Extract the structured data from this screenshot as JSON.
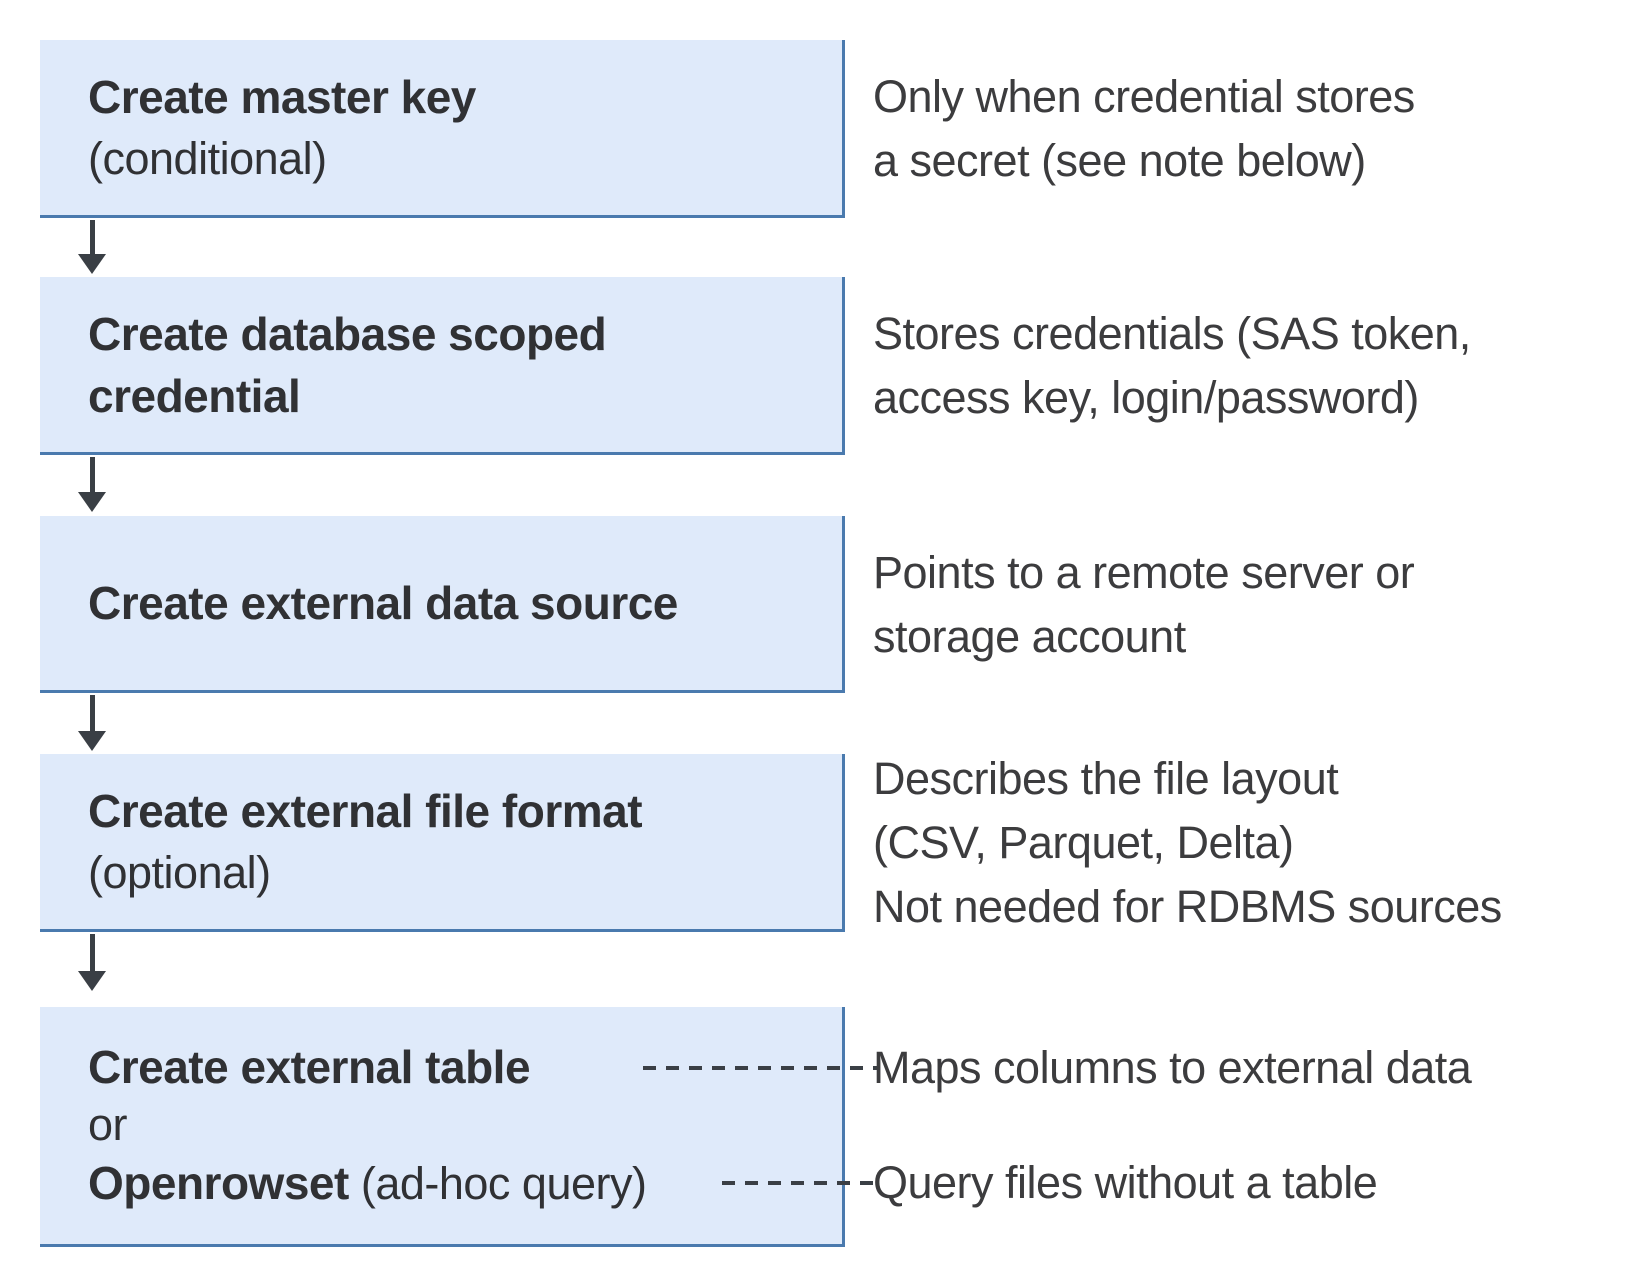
{
  "boxes": [
    {
      "title": "Create master key",
      "subtitle": "(conditional)"
    },
    {
      "title": "Create database scoped credential"
    },
    {
      "title": "Create external data source"
    },
    {
      "title": "Create external file format",
      "subtitle": "(optional)"
    },
    {
      "line1": "Create external table",
      "line2": "or",
      "line3_bold": "Openrowset",
      "line3_rest": " (ad-hoc query)"
    }
  ],
  "notes": [
    {
      "lines": [
        "Only when credential stores",
        "a secret (see note below)"
      ]
    },
    {
      "lines": [
        "Stores credentials (SAS token,",
        "access key, login/password)"
      ]
    },
    {
      "lines": [
        "Points to a remote server or",
        "storage account"
      ]
    },
    {
      "lines": [
        "Describes the file layout",
        "(CSV, Parquet, Delta)",
        "Not needed for RDBMS sources"
      ]
    },
    {
      "lines": [
        "Maps columns to external data"
      ]
    },
    {
      "lines": [
        "Query files without a table"
      ]
    }
  ],
  "colors": {
    "box_fill": "#dfeafa",
    "box_border": "#4a7aae",
    "arrow": "#3a3f45",
    "text": "#303134",
    "note_text": "#3c3c3e"
  }
}
